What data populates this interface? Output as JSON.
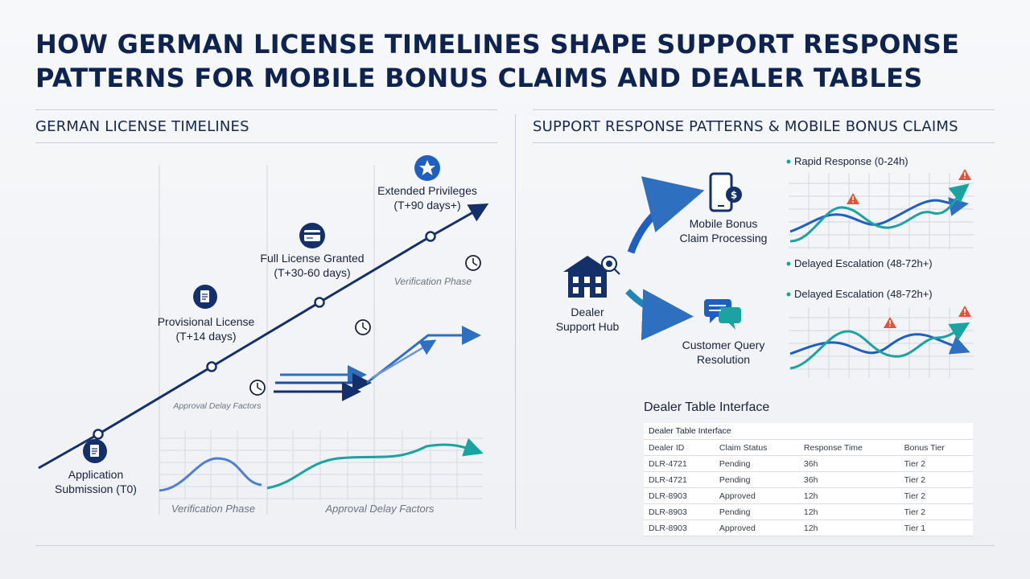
{
  "page": {
    "title_line1": "HOW GERMAN LICENSE TIMELINES SHAPE SUPPORT RESPONSE",
    "title_line2": "PATTERNS FOR MOBILE BONUS CLAIMS AND DEALER TABLES"
  },
  "left": {
    "heading": "GERMAN LICENSE TIMELINES",
    "milestones": [
      {
        "line1": "Application",
        "line2": "Submission (T0)"
      },
      {
        "line1": "Provisional License",
        "line2": "(T+14 days)"
      },
      {
        "line1": "Full License Granted",
        "line2": "(T+30-60 days)"
      },
      {
        "line1": "Extended Privileges",
        "line2": "(T+90 days+)"
      }
    ],
    "phase_labels": {
      "verification_upper": "Verification Phase",
      "approval_upper": "Approval Delay Factors",
      "verification_bottom": "Verification Phase",
      "approval_bottom": "Approval Delay Factors"
    }
  },
  "right": {
    "heading": "SUPPORT RESPONSE PATTERNS & MOBILE BONUS CLAIMS",
    "hub": {
      "line1": "Dealer",
      "line2": "Support Hub"
    },
    "mobile": {
      "line1": "Mobile Bonus",
      "line2": "Claim Processing"
    },
    "query": {
      "line1": "Customer Query",
      "line2": "Resolution"
    },
    "legend": {
      "rapid": "Rapid Response (0-24h)",
      "delayed_a": "Delayed Escalation (48-72h+)",
      "delayed_b": "Delayed Escalation (48-72h+)"
    }
  },
  "dealer_table": {
    "title": "Dealer Table Interface",
    "caption": "Dealer Table Interface",
    "columns": [
      "Dealer ID",
      "Claim Status",
      "Response Time",
      "Bonus Tier"
    ],
    "rows": [
      [
        "DLR-4721",
        "Pending",
        "36h",
        "Tier 2"
      ],
      [
        "DLR-4721",
        "Pending",
        "36h",
        "Tier 2"
      ],
      [
        "DLR-8903",
        "Approved",
        "12h",
        "Tier 2"
      ],
      [
        "DLR-8903",
        "Pending",
        "12h",
        "Tier 2"
      ],
      [
        "DLR-8903",
        "Approved",
        "12h",
        "Tier 1"
      ]
    ]
  },
  "colors": {
    "navy": "#14306a",
    "blue": "#2f6fc0",
    "teal": "#1aa3a0",
    "warning": "#e2533a"
  },
  "icons": [
    "document-icon",
    "id-card-icon",
    "star-badge-icon",
    "clock-icon",
    "smartphone-dollar-icon",
    "building-headset-icon",
    "chat-bubbles-icon",
    "warning-icon"
  ]
}
